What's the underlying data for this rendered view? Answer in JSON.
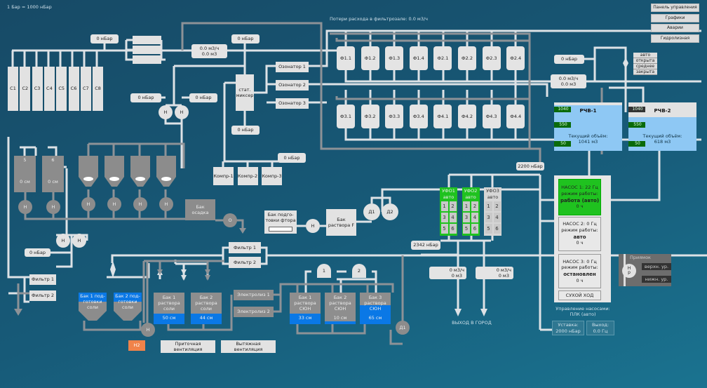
{
  "scale_note": "1 Бар = 1000 нБар",
  "filter_hall_loss": "Потери расхода в фильтрозале: 0.0 м3/ч",
  "nav": [
    "Панель управления",
    "Графики",
    "Аварии",
    "Гидролизная"
  ],
  "sources": [
    "С1",
    "С2",
    "С3",
    "С4",
    "С5",
    "С6",
    "С7",
    "С8"
  ],
  "pressure": {
    "p1": "0 нБар",
    "p2": "0 нБар",
    "p3": "0 нБар",
    "p4": "0 нБар",
    "p5": "0 нБар",
    "p6": "0 нБар",
    "p7": "0 нБар",
    "p8": "0 нБар",
    "p9": "2200 нБар",
    "p10": "2342 нБар"
  },
  "flow": {
    "inlet": "0.0 м3/ч\n0.0 м3",
    "rcv": "0.0 м3/ч\n0.0 м3",
    "out1": "0 м3/ч\n0 м3",
    "out2": "0 м3/ч\n0 м3"
  },
  "mixer": "стат.\nмиксер",
  "ozonators": [
    "Озонатор 1",
    "Озонатор 2",
    "Озонатор 3"
  ],
  "filters": [
    "Ф1.1",
    "Ф1.2",
    "Ф1.3",
    "Ф1.4",
    "Ф2.1",
    "Ф2.2",
    "Ф2.3",
    "Ф2.4",
    "Ф3.1",
    "Ф3.2",
    "Ф3.3",
    "Ф3.4",
    "Ф4.1",
    "Ф4.2",
    "Ф4.3",
    "Ф4.4"
  ],
  "compressors": [
    "Компр-1",
    "Компр-2",
    "Компр-3"
  ],
  "tanks56": [
    {
      "name": "5",
      "level": "0 см"
    },
    {
      "name": "6",
      "level": "0 см"
    }
  ],
  "pump_h": "Н",
  "pump_o": "О",
  "pump_hp": "Н\nр",
  "sediment": "Бак\nосадка",
  "filters_left": [
    "Фильтр 1",
    "Фильтр 2"
  ],
  "filters_mid": [
    "Фильтр 1",
    "Фильтр 2"
  ],
  "fluor_prep": "Бак подго-\nтовки фтора",
  "fluor_tank": "Бак\nраствора F",
  "dosers": [
    "Д1",
    "Д2",
    "Д1"
  ],
  "salt_prep": [
    "Бак 1 под-\nготовки\nсоли",
    "Бак 2 под-\nготовки\nсоли"
  ],
  "salt_solution": [
    {
      "name": "Бак 1\nраствора\nсоли",
      "level": "50 см",
      "fill": 0.33
    },
    {
      "name": "Бак 2\nраствора\nсоли",
      "level": "44 см",
      "fill": 0.33
    }
  ],
  "electrolysis": [
    "Электролиз 1",
    "Электролиз 2"
  ],
  "hypo_tanks": [
    {
      "name": "Бак 1\nраствора\nСЮН",
      "level": "33 см",
      "fill": 0.33
    },
    {
      "name": "Бак 2\nраствора\nСЮН",
      "level": "10 см",
      "fill": 0.08
    },
    {
      "name": "Бак 3\nраствора\nСЮН",
      "level": "65 см",
      "fill": 0.6
    }
  ],
  "hypo_pumps": [
    "1",
    "2"
  ],
  "h2": "Н2",
  "h2_color": "#f0834a",
  "ventilation": [
    "Приточная вентиляция",
    "Вытяжная вентиляция"
  ],
  "ufo": [
    {
      "name": "УФО1",
      "mode": "авто",
      "active": true
    },
    {
      "name": "УФО2",
      "mode": "авто",
      "active": true
    },
    {
      "name": "УФО3",
      "mode": "авто",
      "active": false
    }
  ],
  "ufo_cells": [
    "1",
    "2",
    "3",
    "4",
    "5",
    "6"
  ],
  "exit": "ВЫХОД В ГОРОД",
  "valve_menu": [
    "авто",
    "открыта",
    "среднее",
    "закрыта"
  ],
  "rchv": [
    {
      "name": "РЧВ-1",
      "levels": [
        "1040",
        "550",
        "50"
      ],
      "volume": "Текущий объём:\n1041 м3"
    },
    {
      "name": "РЧВ-2",
      "levels": [
        "1040",
        "550",
        "50"
      ],
      "volume": "Текущий объём:\n618 м3"
    }
  ],
  "pumps": [
    {
      "title": "НАСОС 1: 22 Гц\nрежим работы:",
      "mode": "работа (авто)",
      "hours": "0 ч",
      "active": true
    },
    {
      "title": "НАСОС 2: 0 Гц\nрежим работы:",
      "mode": "авто",
      "hours": "0 ч",
      "active": false
    },
    {
      "title": "НАСОС 3: 0 Гц\nрежим работы:",
      "mode": "остановлен",
      "hours": "0 ч",
      "active": false
    }
  ],
  "dry_run": "СУХОЙ ХОД",
  "pump_control": "Управление насосами:\nПЛК (авто)",
  "setpoint": "Уставка:\n2000 нБар",
  "output": "Выход:\n0.0 Гц",
  "pit": {
    "title": "Приямок",
    "upper": "верхн. ур.",
    "lower": "нижн. ур."
  },
  "colors": {
    "active": "#1fc21f",
    "water": "#0a78e6",
    "rchv_water": "#8ec8f4",
    "level_marker": "#0a6a0a"
  }
}
